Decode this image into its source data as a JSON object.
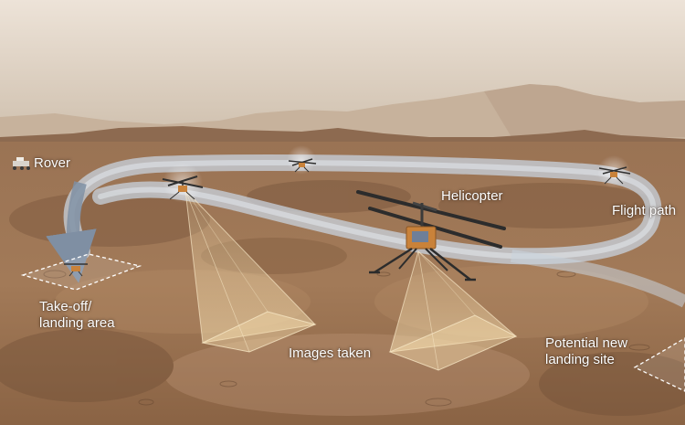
{
  "labels": {
    "rover": "Rover",
    "helicopter": "Helicopter",
    "flight_path": "Flight path",
    "takeoff_line1": "Take-off/",
    "takeoff_line2": "landing area",
    "images_taken": "Images taken",
    "potential_line1": "Potential new",
    "potential_line2": "landing site"
  },
  "colors": {
    "sky_top": "#ede3d8",
    "sky_bottom": "#cfc0ae",
    "mountains": "#c7b29c",
    "ground_far": "#9a7354",
    "ground_near": "#8a6344",
    "flight_path": "#c8d3df",
    "camera_cone": "#f3dcae",
    "helicopter_body": "#333333",
    "helicopter_box": "#c9823a",
    "label_text": "#ffffff"
  },
  "icons": [
    "helicopter-icon",
    "rover-icon",
    "landing-area-marker",
    "camera-cone"
  ]
}
